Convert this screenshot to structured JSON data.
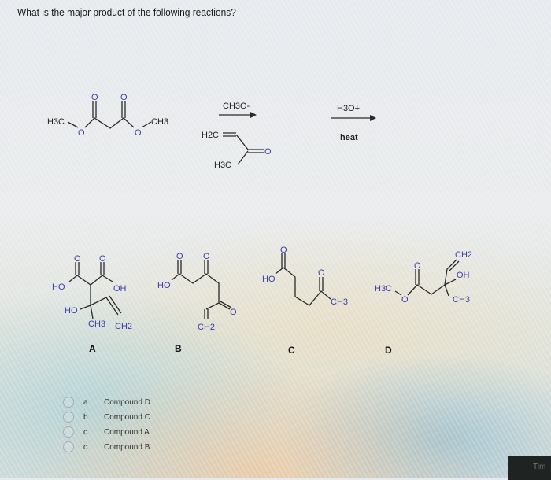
{
  "question": "What is the major product of the following reactions?",
  "reaction": {
    "reactant": {
      "left_methyl": "H3C",
      "ester_o1": "O",
      "carbonyl_o1": "O",
      "carbonyl_o2": "O",
      "ester_o2": "O",
      "right_methyl": "CH3"
    },
    "step1_reagent": "CH3O-",
    "step1_partner": {
      "vinyl": "H2C",
      "ketone_o": "O",
      "methyl": "H3C"
    },
    "step2_reagent": "H3O+",
    "step2_condition": "heat"
  },
  "products": [
    {
      "letter": "A",
      "labels": {
        "o1": "O",
        "o2": "O",
        "ho1": "HO",
        "oh2": "OH",
        "ho3": "HO",
        "ch3": "CH3",
        "ch2": "CH2"
      }
    },
    {
      "letter": "B",
      "labels": {
        "o1": "O",
        "o2": "O",
        "ho": "HO",
        "o3": "O",
        "ch2": "CH2"
      }
    },
    {
      "letter": "C",
      "labels": {
        "o1": "O",
        "ho": "HO",
        "o2": "O",
        "ch3": "CH3"
      }
    },
    {
      "letter": "D",
      "labels": {
        "h3c": "H3C",
        "o_ester": "O",
        "o_carbonyl": "O",
        "ch2": "CH2",
        "oh": "OH",
        "ch3": "CH3"
      }
    }
  ],
  "options": [
    {
      "letter": "a",
      "text": "Compound D"
    },
    {
      "letter": "b",
      "text": "Compound C"
    },
    {
      "letter": "c",
      "text": "Compound A"
    },
    {
      "letter": "d",
      "text": "Compound B"
    }
  ],
  "timer_label": "Tim",
  "colors": {
    "atom_label": "#3a3fa8",
    "bond": "#2a2a2a"
  }
}
